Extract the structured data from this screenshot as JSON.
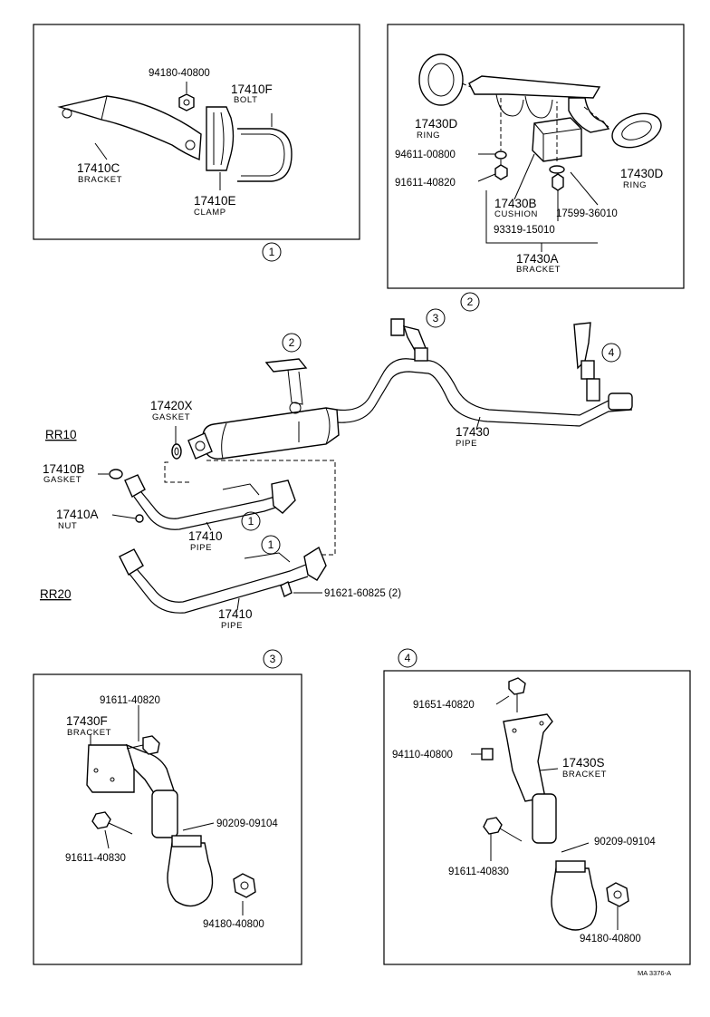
{
  "callouts": [
    "1",
    "2",
    "3",
    "4"
  ],
  "box1": {
    "nut": "94180-40800",
    "bolt_no": "17410F",
    "bolt_name": "BOLT",
    "bracket_no": "17410C",
    "bracket_name": "BRACKET",
    "clamp_no": "17410E",
    "clamp_name": "CLAMP"
  },
  "box2": {
    "ring_l_no": "17430D",
    "ring_l_name": "RING",
    "washer": "94611-00800",
    "bolt": "91611-40820",
    "cushion_no": "17430B",
    "cushion_name": "CUSHION",
    "part_a": "17599-36010",
    "part_b": "93319-15010",
    "bracket_no": "17430A",
    "bracket_name": "BRACKET",
    "ring_r_no": "17430D",
    "ring_r_name": "RING"
  },
  "main": {
    "model_1": "RR10",
    "model_2": "RR20",
    "gasket_x_no": "17420X",
    "gasket_x_name": "GASKET",
    "gasket_b_no": "17410B",
    "gasket_b_name": "GASKET",
    "nut_no": "17410A",
    "nut_name": "NUT",
    "pipe_no": "17410",
    "pipe_name": "PIPE",
    "pipe2_no": "17410",
    "pipe2_name": "PIPE",
    "tail_no": "17430",
    "tail_name": "PIPE",
    "bolt": "91621-60825 (2)"
  },
  "box3": {
    "bolt_top": "91611-40820",
    "bracket_no": "17430F",
    "bracket_name": "BRACKET",
    "bolt_left": "91611-40830",
    "hanger": "90209-09104",
    "nut": "94180-40800"
  },
  "box4": {
    "bolt_top": "91651-40820",
    "nut_mid": "94110-40800",
    "bracket_no": "17430S",
    "bracket_name": "BRACKET",
    "hanger": "90209-09104",
    "bolt_left": "91611-40830",
    "nut": "94180-40800"
  },
  "drawing_ref": "MA 3376-A"
}
